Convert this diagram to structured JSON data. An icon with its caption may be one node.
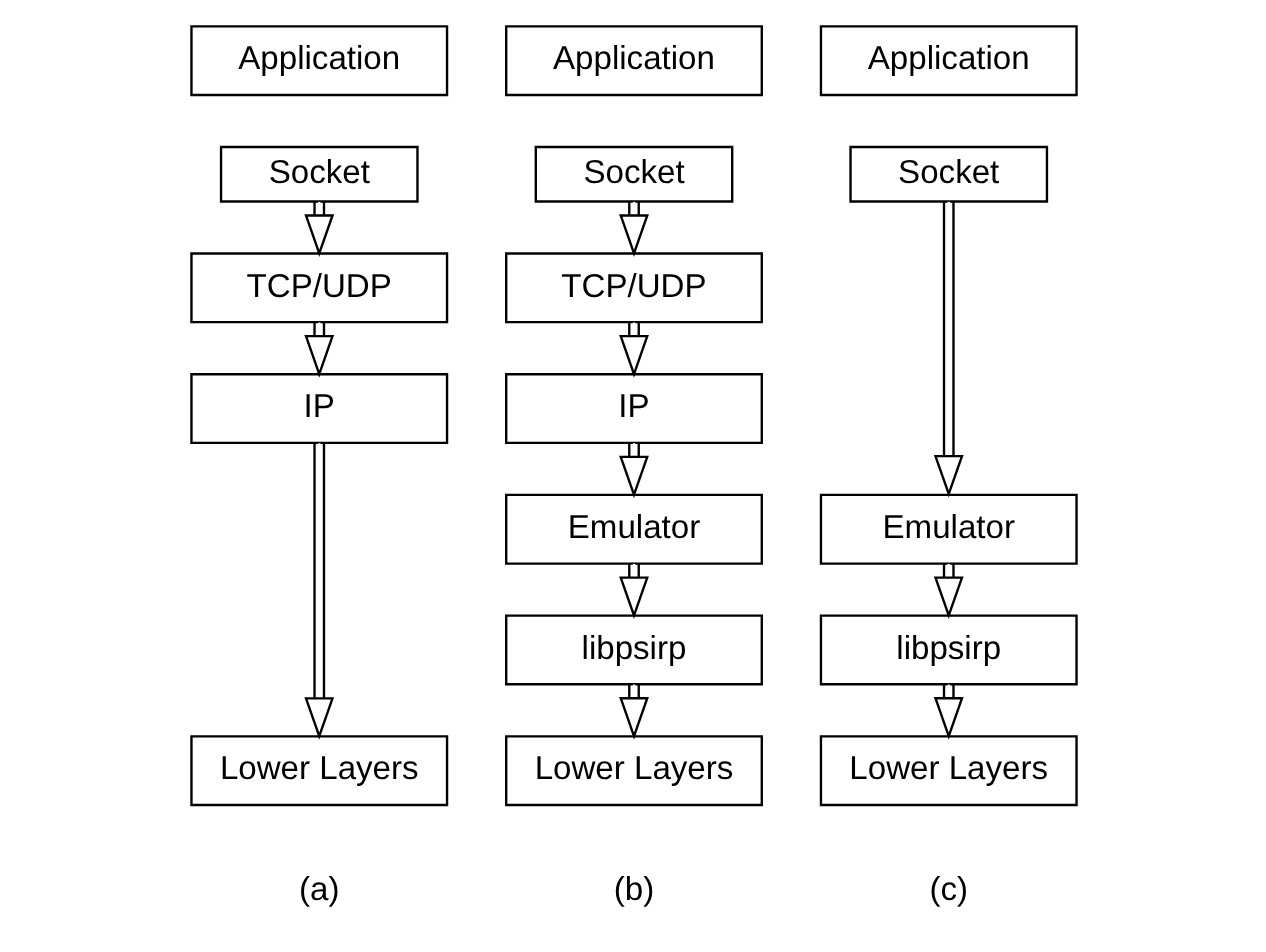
{
  "diagram": {
    "nodes": [
      {
        "text": [
          "Application"
        ]
      },
      {
        "text": [
          "Socket"
        ]
      },
      {
        "text": [
          "TCP/UDP"
        ]
      },
      {
        "text": [
          "IP"
        ]
      },
      {
        "text": [
          "Lower Layers"
        ]
      },
      {
        "text": [
          "Application"
        ]
      },
      {
        "text": [
          "Socket"
        ]
      },
      {
        "text": [
          "TCP/UDP"
        ]
      },
      {
        "text": [
          "IP"
        ]
      },
      {
        "text": [
          "Emulator"
        ]
      },
      {
        "text": [
          "libpsirp"
        ]
      },
      {
        "text": [
          "Lower Layers"
        ]
      },
      {
        "text": [
          "Application"
        ]
      },
      {
        "text": [
          "Socket"
        ]
      },
      {
        "text": [
          "Emulator"
        ]
      },
      {
        "text": [
          "libpsirp"
        ]
      },
      {
        "text": [
          "Lower Layers"
        ]
      }
    ],
    "edges": [
      {
        "from": 1,
        "to": 2,
        "arrow": "to"
      },
      {
        "from": 2,
        "to": 3,
        "arrow": "to"
      },
      {
        "from": 3,
        "to": 4,
        "arrow": "to"
      },
      {
        "from": 6,
        "to": 7,
        "arrow": "to"
      },
      {
        "from": 7,
        "to": 8,
        "arrow": "to"
      },
      {
        "from": 8,
        "to": 9,
        "arrow": "to"
      },
      {
        "from": 9,
        "to": 10,
        "arrow": "to"
      },
      {
        "from": 10,
        "to": 11,
        "arrow": "to"
      },
      {
        "from": 13,
        "to": 14,
        "arrow": "to"
      },
      {
        "from": 14,
        "to": 15,
        "arrow": "to"
      },
      {
        "from": 15,
        "to": 16,
        "arrow": "to"
      }
    ],
    "labels": [
      "(a)",
      "(b)",
      "(c)"
    ]
  }
}
